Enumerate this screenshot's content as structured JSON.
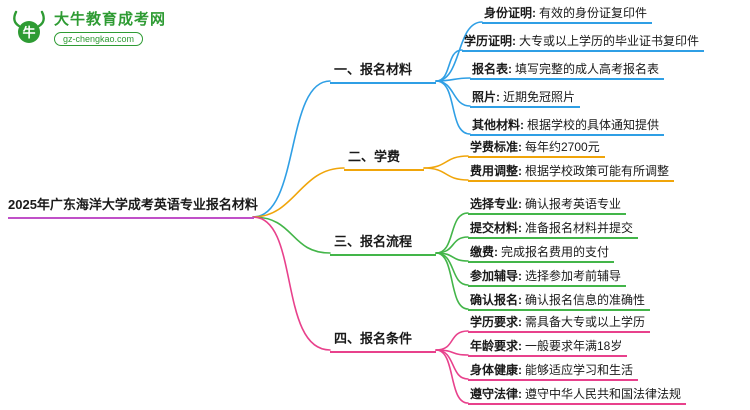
{
  "logo": {
    "brand": "大牛教育成考网",
    "domain": "gz-chengkao.com",
    "color": "#2e9b33"
  },
  "root": {
    "title": "2025年广东海洋大学成考英语专业报名材料",
    "underline_color": "#c050c8"
  },
  "branches": [
    {
      "label": "一、报名材料",
      "color": "#2f9fe5",
      "items": [
        {
          "label": "身份证明:",
          "desc": "有效的身份证复印件"
        },
        {
          "label": "学历证明:",
          "desc": "大专或以上学历的毕业证书复印件"
        },
        {
          "label": "报名表:",
          "desc": "填写完整的成人高考报名表"
        },
        {
          "label": "照片:",
          "desc": "近期免冠照片"
        },
        {
          "label": "其他材料:",
          "desc": "根据学校的具体通知提供"
        }
      ]
    },
    {
      "label": "二、学费",
      "color": "#f0a50a",
      "items": [
        {
          "label": "学费标准:",
          "desc": "每年约2700元"
        },
        {
          "label": "费用调整:",
          "desc": "根据学校政策可能有所调整"
        }
      ]
    },
    {
      "label": "三、报名流程",
      "color": "#43b549",
      "items": [
        {
          "label": "选择专业:",
          "desc": "确认报考英语专业"
        },
        {
          "label": "提交材料:",
          "desc": "准备报名材料并提交"
        },
        {
          "label": "缴费:",
          "desc": "完成报名费用的支付"
        },
        {
          "label": "参加辅导:",
          "desc": "选择参加考前辅导"
        },
        {
          "label": "确认报名:",
          "desc": "确认报名信息的准确性"
        }
      ]
    },
    {
      "label": "四、报名条件",
      "color": "#e8418c",
      "items": [
        {
          "label": "学历要求:",
          "desc": "需具备大专或以上学历"
        },
        {
          "label": "年龄要求:",
          "desc": "一般要求年满18岁"
        },
        {
          "label": "身体健康:",
          "desc": "能够适应学习和生活"
        },
        {
          "label": "遵守法律:",
          "desc": "遵守中华人民共和国法律法规"
        }
      ]
    }
  ]
}
